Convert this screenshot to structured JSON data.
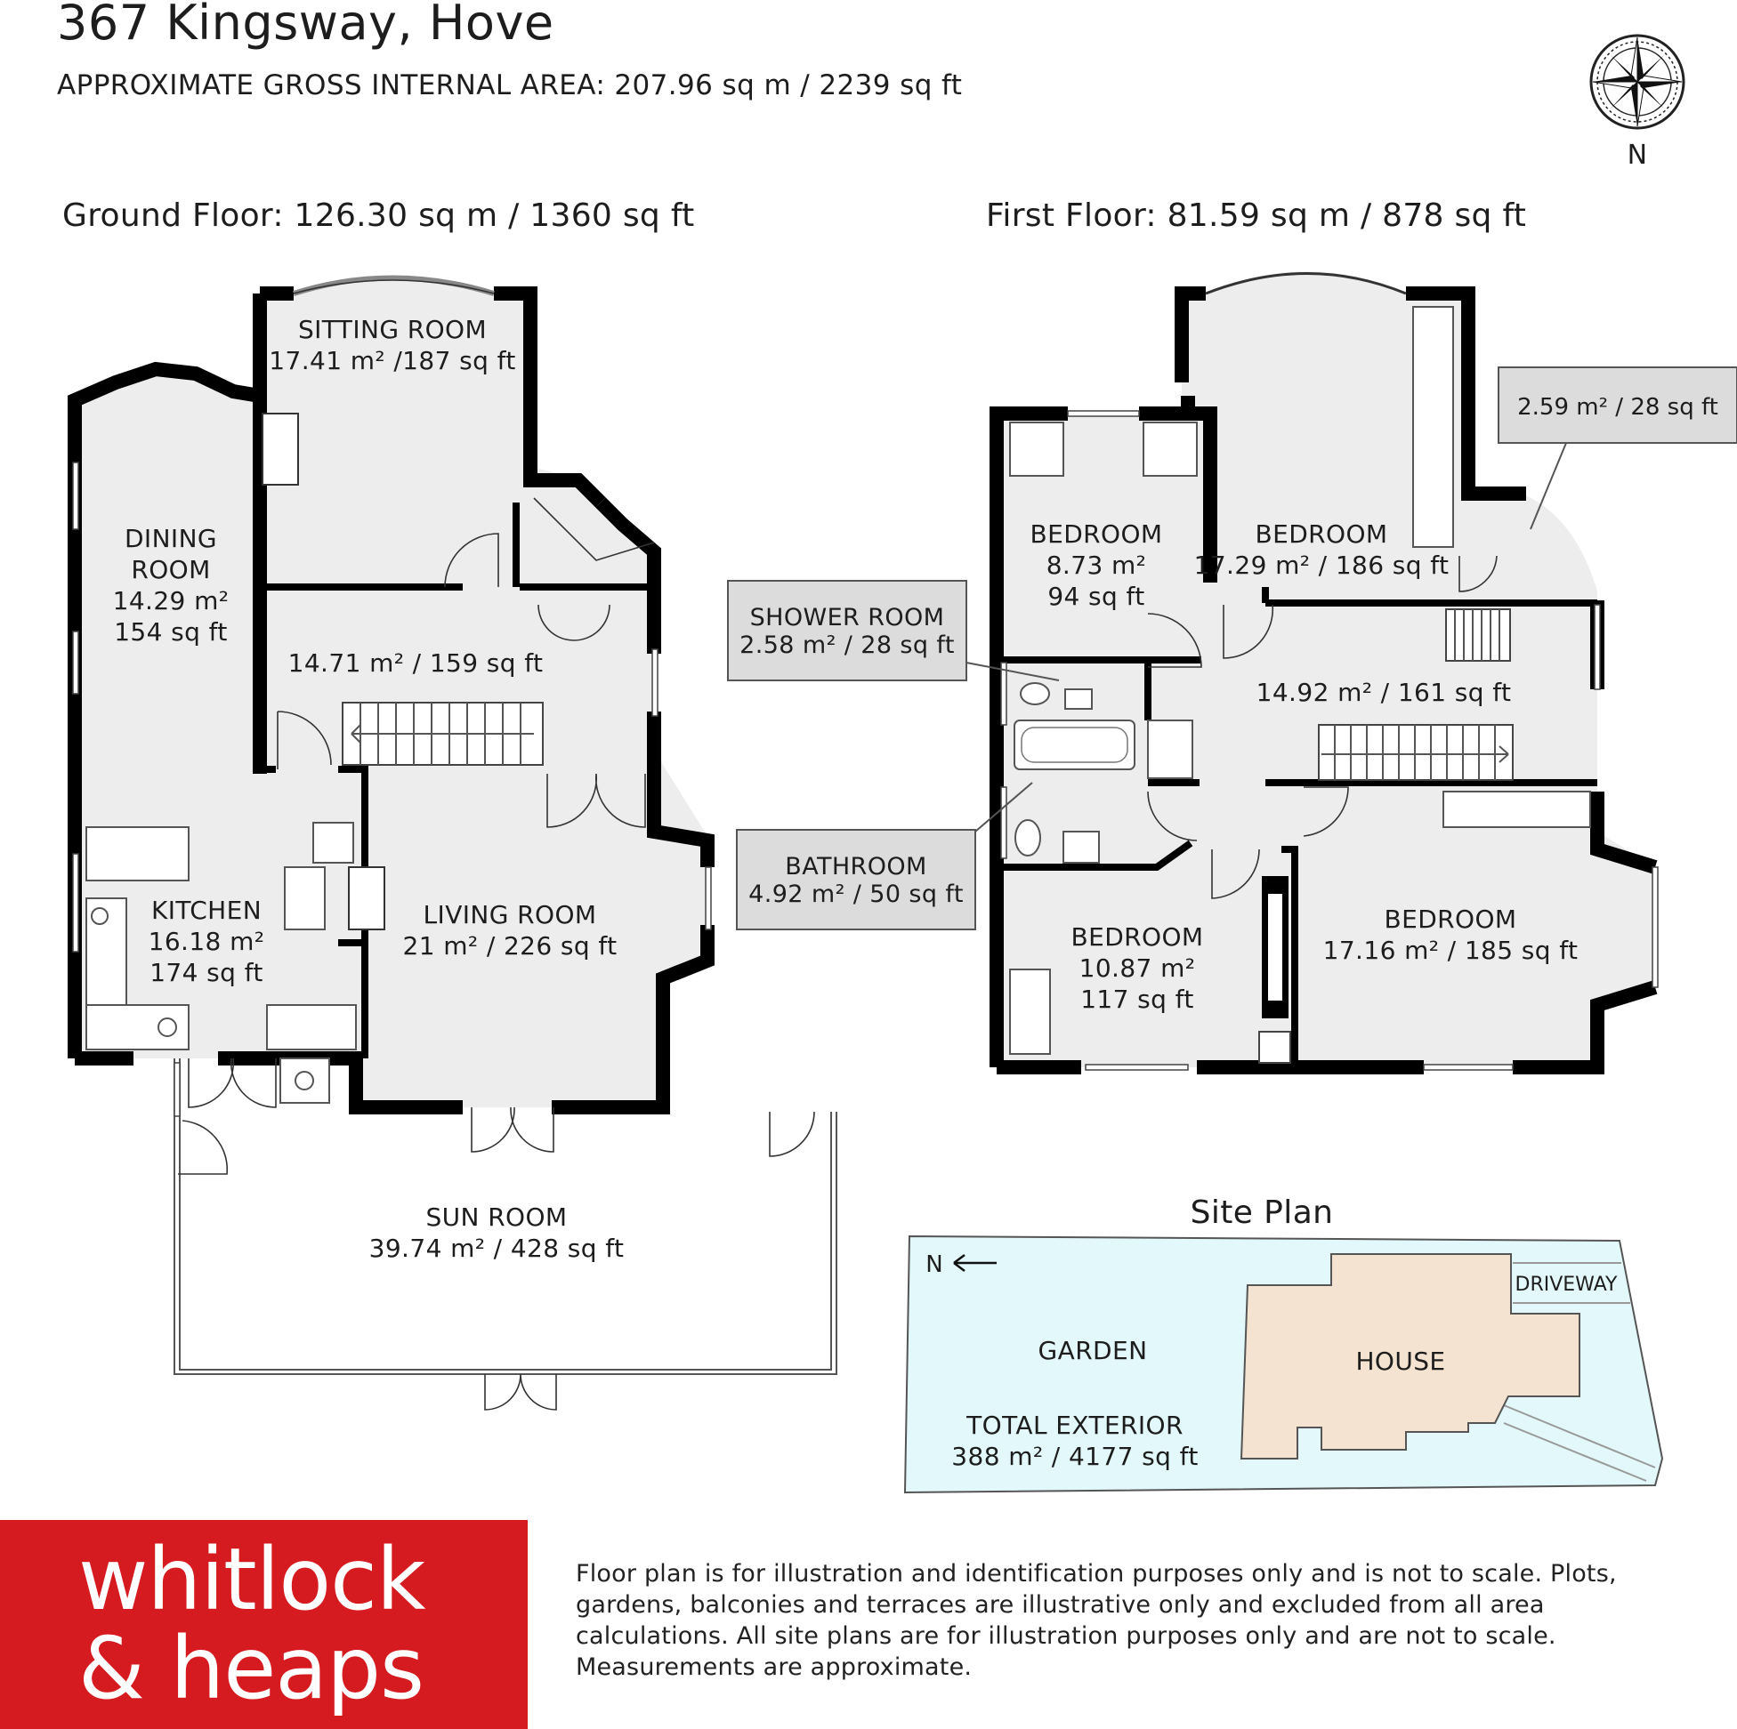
{
  "header": {
    "title": "367 Kingsway, Hove",
    "gross_area": "APPROXIMATE GROSS INTERNAL AREA: 207.96 sq m / 2239 sq ft"
  },
  "compass": {
    "label": "N"
  },
  "ground_floor": {
    "heading": "Ground Floor:  126.30 sq m / 1360 sq ft",
    "rooms": {
      "sitting": {
        "name": "SITTING ROOM",
        "area": "17.41 m² /187 sq ft"
      },
      "dining": {
        "name1": "DINING",
        "name2": "ROOM",
        "area_m": "14.29 m²",
        "area_ft": "154 sq ft"
      },
      "hall": {
        "area": "14.71 m² / 159 sq ft"
      },
      "kitchen": {
        "name": "KITCHEN",
        "area_m": "16.18 m²",
        "area_ft": "174 sq ft"
      },
      "living": {
        "name": "LIVING ROOM",
        "area": "21 m² / 226 sq ft"
      },
      "sun": {
        "name": "SUN ROOM",
        "area": "39.74 m² / 428 sq ft"
      }
    }
  },
  "first_floor": {
    "heading": "First Floor:  81.59 sq m / 878 sq ft",
    "rooms": {
      "bed_small": {
        "name": "BEDROOM",
        "area_m": "8.73 m²",
        "area_ft": "94 sq ft"
      },
      "bed_main": {
        "name": "BEDROOM",
        "area": "17.29 m² / 186 sq ft"
      },
      "landing": {
        "area": "14.92 m² / 161 sq ft"
      },
      "bed_front_left": {
        "name": "BEDROOM",
        "area_m": "10.87 m²",
        "area_ft": "117 sq ft"
      },
      "bed_front_right": {
        "name": "BEDROOM",
        "area": "17.16 m² / 185 sq ft"
      }
    },
    "callouts": {
      "closet": "2.59 m² / 28 sq ft",
      "shower_name": "SHOWER ROOM",
      "shower_area": "2.58 m² / 28 sq ft",
      "bath_name": "BATHROOM",
      "bath_area": "4.92 m² / 50 sq ft"
    }
  },
  "site_plan": {
    "title": "Site Plan",
    "north": "N",
    "garden": "GARDEN",
    "house": "HOUSE",
    "driveway": "DRIVEWAY",
    "total_label": "TOTAL EXTERIOR",
    "total_area": "388 m² / 4177 sq ft",
    "colors": {
      "garden": "#e2f8fb",
      "house": "#f3e3d0"
    }
  },
  "branding": {
    "line1": "whitlock",
    "line2": "& heaps",
    "color": "#d51b1f"
  },
  "disclaimer": "Floor plan is for illustration and identification purposes only and is not to scale. Plots, gardens, balconies and terraces are illustrative only and excluded from all area calculations. All site plans are for illustration purposes only and are not to scale. Measurements are approximate."
}
